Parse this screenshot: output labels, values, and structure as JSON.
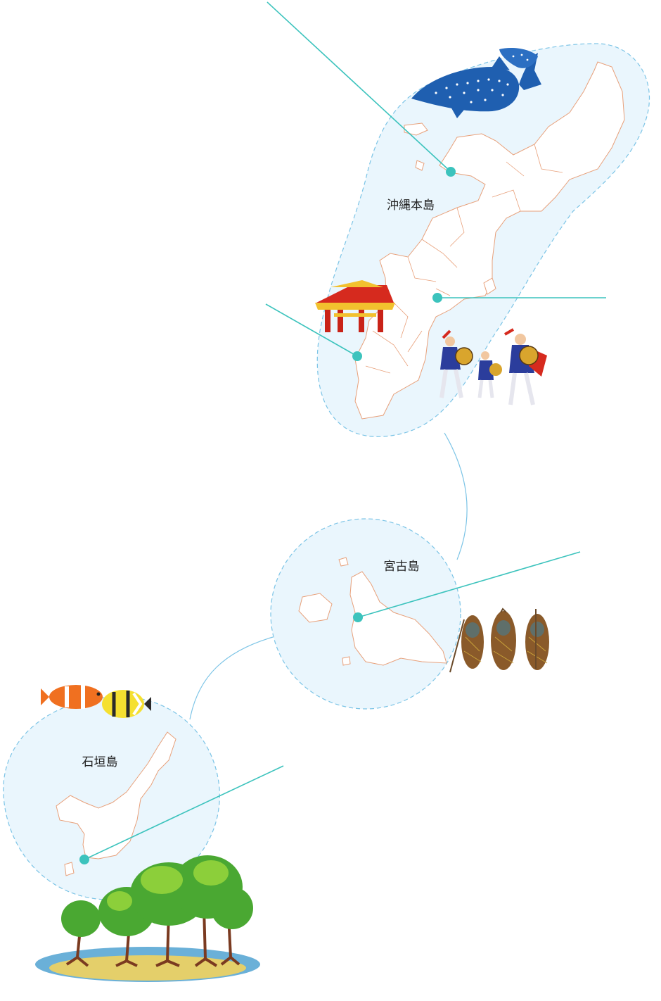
{
  "regions": {
    "okinawa": {
      "label": "沖縄本島"
    },
    "miyako": {
      "label": "宮古島"
    },
    "ishigaki": {
      "label": "石垣島"
    }
  },
  "illustrations": [
    {
      "name": "whale-shark-illustration",
      "region": "okinawa"
    },
    {
      "name": "shuri-castle-illustration",
      "region": "okinawa"
    },
    {
      "name": "eisa-dancers-illustration",
      "region": "okinawa"
    },
    {
      "name": "paantu-figures-illustration",
      "region": "miyako"
    },
    {
      "name": "tropical-fish-illustration",
      "region": "ishigaki"
    },
    {
      "name": "mangrove-illustration",
      "region": "ishigaki"
    }
  ],
  "colors": {
    "region_fill": "#eaf6fd",
    "region_border": "#7cc4e6",
    "coast_line": "#e8a07a",
    "pointer": "#3cc3bd",
    "connector": "#7cc4e6"
  }
}
